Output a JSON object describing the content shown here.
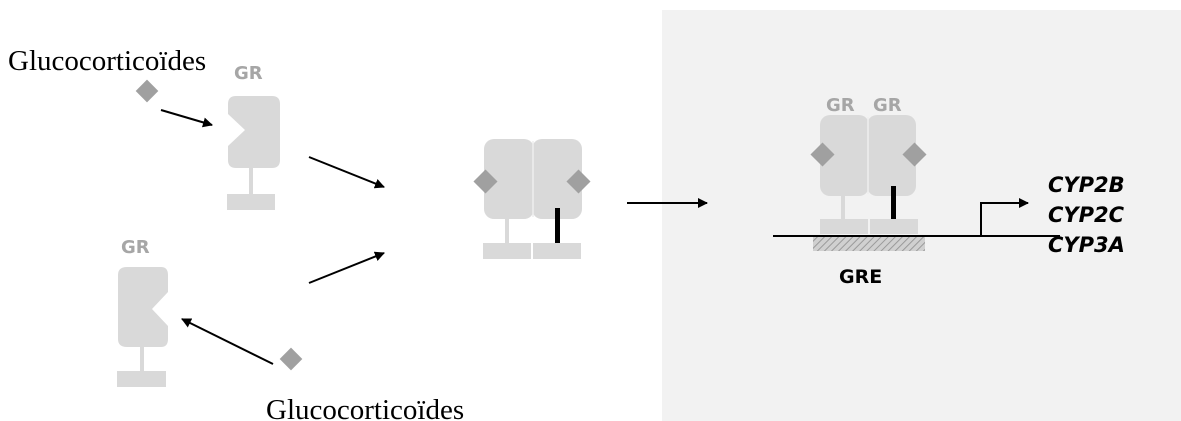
{
  "colors": {
    "receptor": "#d9d9d9",
    "ligand": "#a0a0a0",
    "label_gr": "#a6a6a6",
    "nucleus_bg": "#f2f2f2",
    "arrow": "#000000",
    "text": "#000000"
  },
  "labels": {
    "ligand_top": "Glucocorticoïdes",
    "ligand_bottom": "Glucocorticoïdes",
    "receptor": "GR",
    "response_element": "GRE",
    "genes": [
      "CYP2B",
      "CYP2C",
      "CYP3A"
    ]
  }
}
